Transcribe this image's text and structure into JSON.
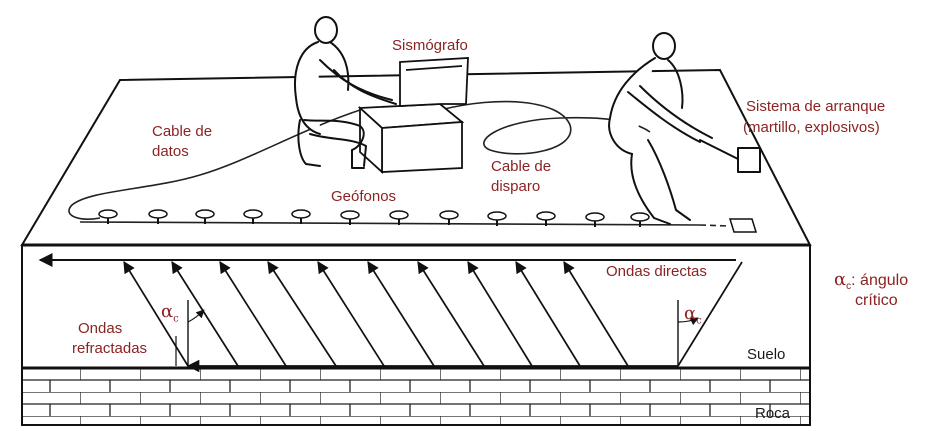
{
  "labels": {
    "sismografo": "Sismógrafo",
    "cable_datos_1": "Cable de",
    "cable_datos_2": "datos",
    "cable_disparo_1": "Cable de",
    "cable_disparo_2": "disparo",
    "geofonos": "Geófonos",
    "sistema_1": "Sistema de arranque",
    "sistema_2": "(martillo, explosivos)",
    "ondas_directas": "Ondas directas",
    "ondas_refractadas_1": "Ondas",
    "ondas_refractadas_2": "refractadas",
    "suelo": "Suelo",
    "roca": "Roca",
    "alpha_symbol": "α",
    "alpha_sub": "c",
    "angulo_critico_1": ": ángulo",
    "angulo_critico_2": "crítico"
  },
  "colors": {
    "label_red": "#8b2323",
    "ink": "#1a1a1a"
  }
}
